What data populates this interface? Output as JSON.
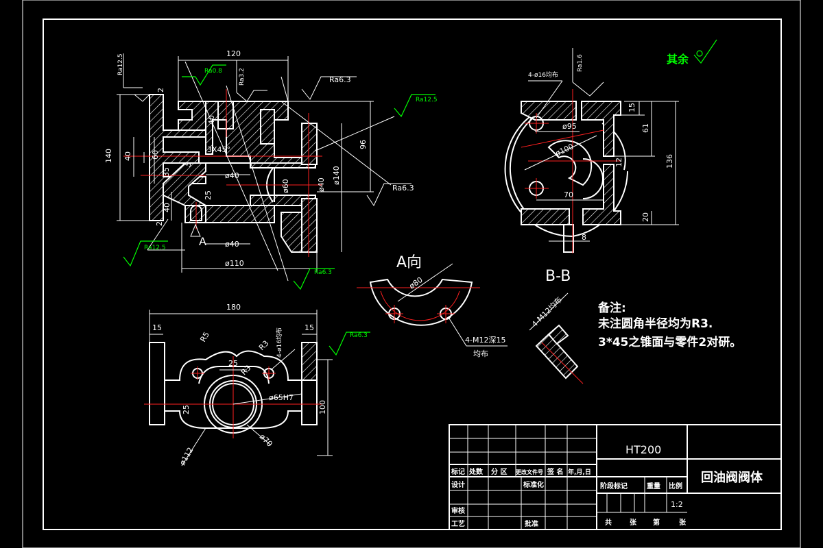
{
  "frame": {
    "material": "HT200",
    "part_name": "回油阀阀体",
    "scale": "1:2"
  },
  "dimensions": {
    "front": {
      "d120": "120",
      "d140": "140",
      "d40a": "40",
      "d60": "60",
      "d35": "35",
      "d40b": "40",
      "d2a": "2",
      "d2b": "2",
      "d40c": "40",
      "chamfer": "3X45°",
      "d25": "25",
      "phi40a": "ø40",
      "phi40b": "ø40",
      "phi60": "ø60",
      "phi40c": "ø40",
      "phi140": "ø140",
      "d96": "96",
      "phi110": "ø110",
      "r5": "5",
      "label_a": "A"
    },
    "side": {
      "holes": "4-ø16均布",
      "phi95": "ø95",
      "phi100": "ø100",
      "d70": "70",
      "d15": "15",
      "d61": "61",
      "d136": "136",
      "d12": "12",
      "d20": "20",
      "d8": "8",
      "view_label": "B-B"
    },
    "a_view": {
      "title": "A向",
      "phi80": "ø80",
      "thread": "4-M12深15",
      "thread2": "均布"
    },
    "top": {
      "d180": "180",
      "d15a": "15",
      "d15b": "15",
      "r5": "R5",
      "r3": "R3",
      "holes": "4-ø16均布",
      "d25a": "25",
      "d25b": "25",
      "phi65": "ø65H7",
      "phi70": "ø70",
      "phi112": "ø112",
      "d100": "100",
      "r3b": "R3"
    },
    "detail": {
      "label": "4-M12均布"
    }
  },
  "roughness": {
    "ra125_top": "Ra12.5",
    "ra08": "Ra0.8",
    "ra32": "Ra3.2",
    "ra63_top": "Ra6.3",
    "ra125_right": "Ra12.5",
    "ra63_mid": "Ra6.3",
    "ra125_bottom": "Ra12.5",
    "ra63_bottom": "Ra6.3",
    "ra16": "Ra1.6",
    "ra63_topview": "Ra6.3",
    "others": "其余"
  },
  "notes": {
    "title": "备注:",
    "line1": "未注圆角半径均为R3.",
    "line2": "3*45之锥面与零件2对研。"
  },
  "title_block": {
    "row1": [
      "标记",
      "处数",
      "分 区",
      "更改文件号",
      "签 名",
      "年,月,日"
    ],
    "design": "设计",
    "standard": "标准化",
    "stage": "阶段标记",
    "weight": "重量",
    "ratio": "比例",
    "review": "审核",
    "process": "工艺",
    "approve": "批准",
    "total": "共",
    "sheets": "张",
    "sheet_no": "第",
    "sheet_end": "张"
  },
  "colors": {
    "background": "#000000",
    "lines": "#ffffff",
    "centerlines": "#ff2020",
    "roughness": "#00ff00"
  }
}
